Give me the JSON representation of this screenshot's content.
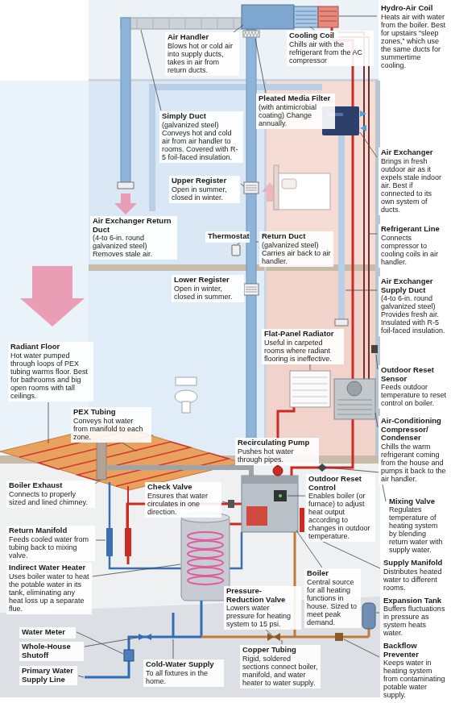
{
  "diagram": {
    "nodes": [
      {
        "text": [
          "Air Handler",
          "Blows hot or cold air into supply ducts, takes in air from return ducts."
        ]
      },
      {
        "text": [
          "Cooling Coil",
          "Chills air with the refrigerant from the AC compressor"
        ]
      },
      {
        "text": [
          "Hydro-Air Coil",
          "Heats air with water from the boiler. Best for upstairs “sleep zones,” which use the same ducts for summertime cooling."
        ]
      },
      {
        "text": [
          "Simply Duct",
          "(galvanized steel) Conveys hot and cold air from air handler to rooms. Covered with R-5 foil-faced insulation."
        ]
      },
      {
        "text": [
          "Pleated Media Filter",
          "(with antimicrobial coating) Change annually."
        ]
      },
      {
        "text": [
          "Air Exchanger",
          "Brings in fresh outdoor air as it expels stale indoor air. Best if connected to its own system of ducts."
        ]
      },
      {
        "text": [
          "Upper Register",
          "Open in summer, closed in winter."
        ]
      },
      {
        "text": [
          "Refrigerant Line",
          "Connects compressor to cooling coils in air handler."
        ]
      },
      {
        "text": [
          "Thermostat"
        ]
      },
      {
        "text": [
          "Air Exchanger Return Duct",
          "(4-to 6-in. round galvanized steel) Removes stale air."
        ]
      },
      {
        "text": [
          "Return Duct",
          "(galvanized steel) Carries air back to air handler."
        ]
      },
      {
        "text": [
          "Air Exchanger Supply Duct",
          "(4-to 6-in. round galvanized steel) Provides fresh air. Insulated with R-5 foil-faced insulation."
        ]
      },
      {
        "text": [
          "Lower Register",
          "Open in winter, closed in summer."
        ]
      },
      {
        "text": [
          "Outdoor Reset Sensor",
          "Feeds outdoor temperature to reset control on boiler."
        ]
      },
      {
        "text": [
          "Flat-Panel Radiator",
          "Useful in carpeted rooms where radiant flooring is ineffective."
        ]
      },
      {
        "text": [
          "Radiant Floor",
          "Hot water pumped through loops of PEX tubing warms floor. Best for bathrooms and big open rooms with tall ceilings."
        ]
      },
      {
        "text": [
          "PEX Tubing",
          "Conveys hot water from manifold to each zone."
        ]
      },
      {
        "text": [
          "Air-Conditioning Compressor/ Condenser",
          "Chills the warm refrigerant coming from the house and pumps it back to the air handler."
        ]
      },
      {
        "text": [
          "Recirculating Pump",
          "Pushes hot water through pipes."
        ]
      },
      {
        "text": [
          "Outdoor Reset Control",
          "Enables boiler (or furnace) to adjust heat output according to changes in outdoor temperature."
        ]
      },
      {
        "text": [
          "Mixing Valve",
          "Regulates temperature of heating system by blending return water with supply water."
        ]
      },
      {
        "text": [
          "Boiler Exhaust",
          "Connects to properly sized and lined chimney."
        ]
      },
      {
        "text": [
          "Check Valve",
          "Ensures that water circulates in one direction."
        ]
      },
      {
        "text": [
          "Return Manifold",
          "Feeds cooled water from tubing back to mixing valve."
        ]
      },
      {
        "text": [
          "Indirect Water Heater",
          "Uses boiler water to heat the potable water in its tank, eliminating any heat loss up a separate flue."
        ]
      },
      {
        "text": [
          "Boiler",
          "Central source for all heating functions in house. Sized to meet peak demand."
        ]
      },
      {
        "text": [
          "Supply Manifold",
          "Distributes heated water to different rooms."
        ]
      },
      {
        "text": [
          "Expansion Tank",
          "Buffers fluctuations in pressure as system heats water."
        ]
      },
      {
        "text": [
          "Backflow Preventer",
          "Keeps water in heating system from contaminating potable water supply."
        ]
      },
      {
        "text": [
          "Water Meter"
        ]
      },
      {
        "text": [
          "Whole-House Shutoff"
        ]
      },
      {
        "text": [
          "Primary Water Supply Line"
        ]
      },
      {
        "text": [
          "Pressure-Reduction Valve",
          "Lowers water pressure for heating system to 15 psi."
        ]
      },
      {
        "text": [
          "Cold-Water Supply",
          "To all fixtures in the home."
        ]
      },
      {
        "text": [
          "Copper Tubing",
          "Rigid, soldered sections connect boiler, manifold, and water heater to water supply."
        ]
      }
    ]
  }
}
